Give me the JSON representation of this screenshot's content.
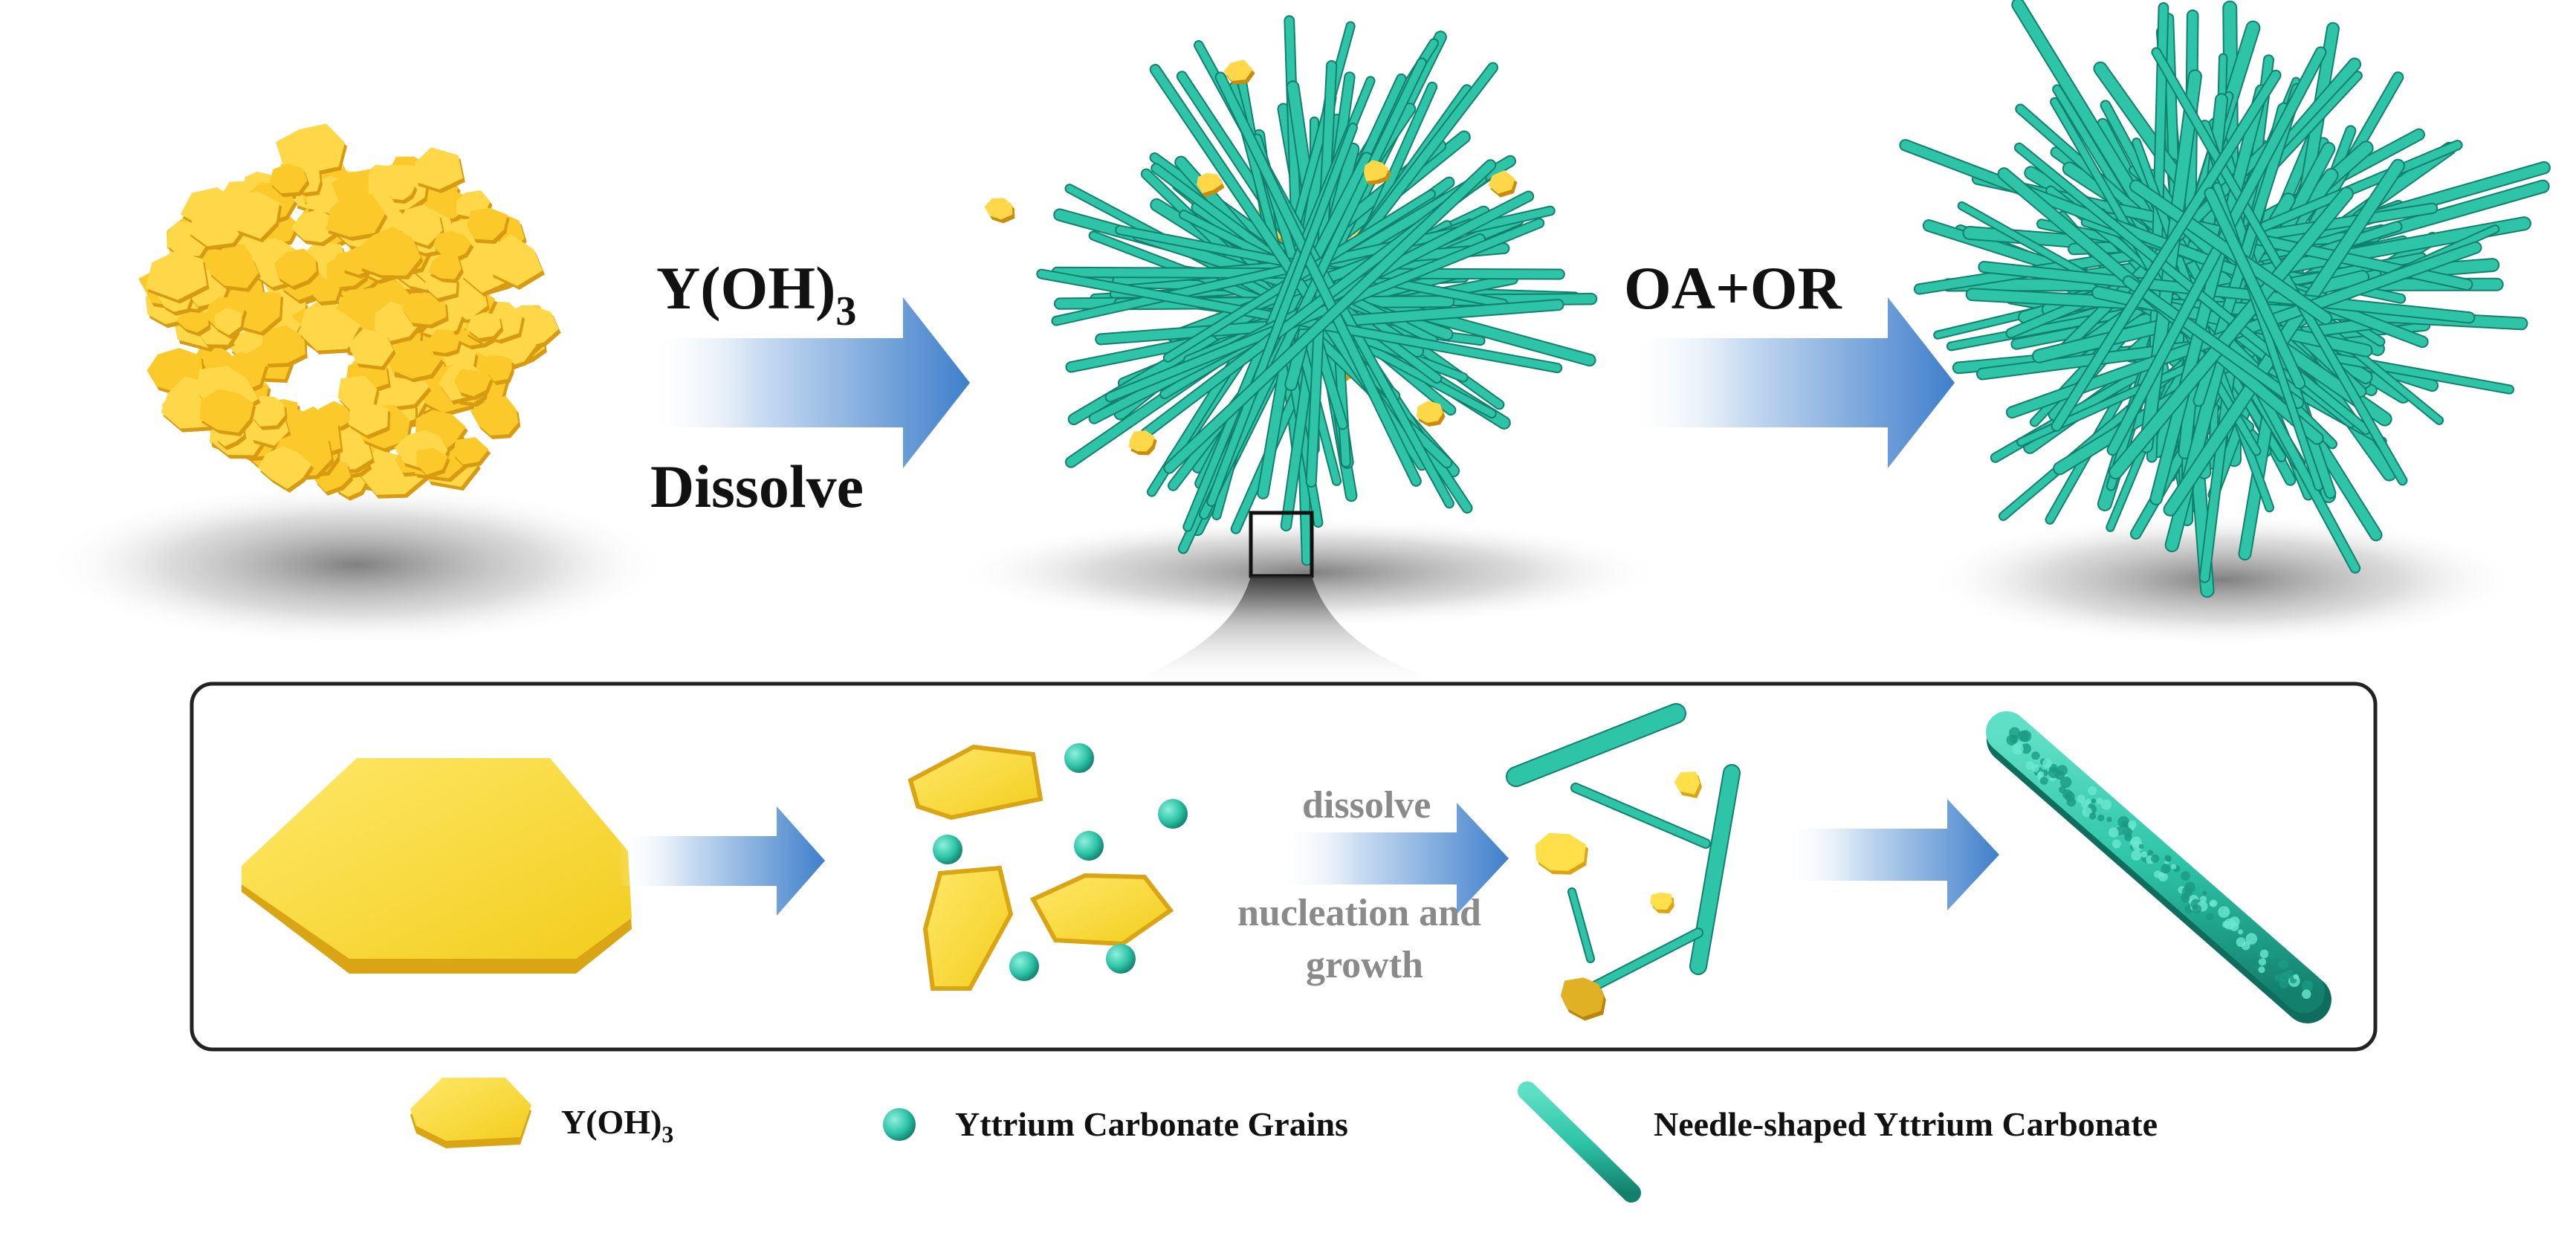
{
  "top_row": {
    "arrow1_label_top": "Y(OH)",
    "arrow1_label_top_sub": "3",
    "arrow1_label_bottom": "Dissolve",
    "arrow2_label": "OA+OR"
  },
  "inset": {
    "step2_label_top": "dissolve",
    "step2_label_bottom_line1": "nucleation and",
    "step2_label_bottom_line2": "growth"
  },
  "legend": {
    "item1_label": "Y(OH)",
    "item1_sub": "3",
    "item2_label": "Yttrium Carbonate Grains",
    "item3_label": "Needle-shaped Yttrium Carbonate"
  },
  "colors": {
    "yellow": "#f5d83a",
    "yellow_dark": "#d9a514",
    "teal": "#2ec4a8",
    "teal_dark": "#16917c",
    "arrow_blue": "#4a86cf"
  }
}
